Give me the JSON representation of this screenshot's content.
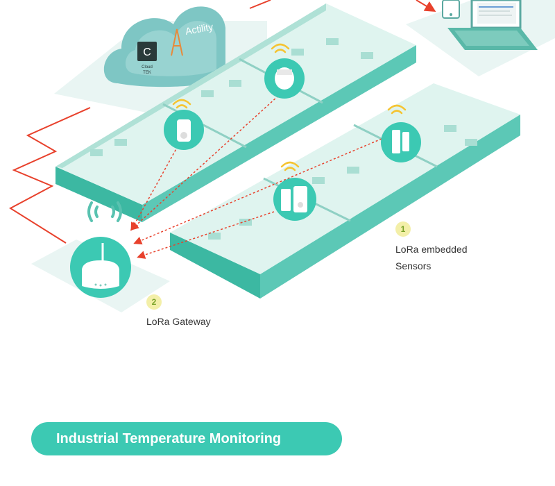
{
  "cloud": {
    "logo_left_line1": "Cloud",
    "logo_left_line2": "TEK",
    "brand": "Actility"
  },
  "callouts": [
    {
      "number": "1",
      "line1": "LoRa embedded",
      "line2": "Sensors"
    },
    {
      "number": "2",
      "line1": "LoRa Gateway"
    }
  ],
  "banner": {
    "title": "Industrial Temperature Monitoring"
  },
  "colors": {
    "floor_teal": "#5cc8b6",
    "floor_light": "#dff4ef",
    "wall_side": "#53c1ad",
    "link_red": "#e8412c",
    "signal_yellow": "#f5c432",
    "badge_yellow": "#f3efa8",
    "banner_teal": "#3cc9b3"
  },
  "icons": [
    "cloud-icon",
    "laptop-icon",
    "phone-icon",
    "router-icon",
    "wifi-icon",
    "sensor-icon"
  ]
}
